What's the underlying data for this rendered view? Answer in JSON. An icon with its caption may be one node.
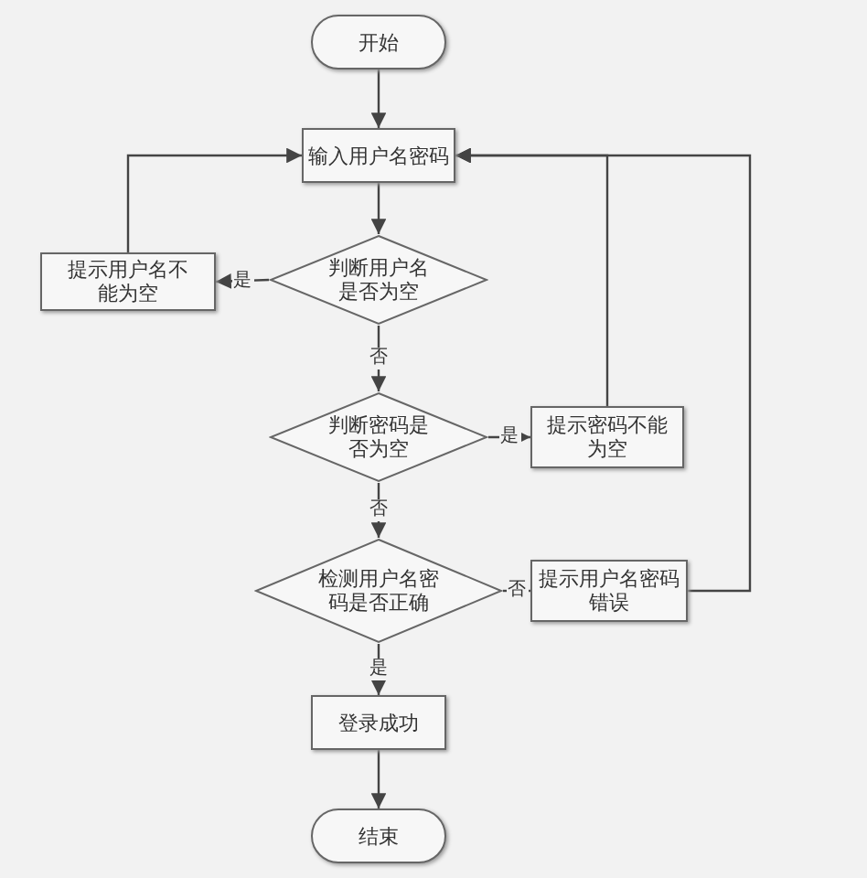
{
  "diagram": {
    "nodes": [
      {
        "text": [
          "开始"
        ]
      },
      {
        "text": [
          "输入用户名密码"
        ]
      },
      {
        "text": [
          "判断用户名是否为空"
        ]
      },
      {
        "text": [
          "提示用户名不能为空"
        ]
      },
      {
        "text": [
          "判断密码是否为空"
        ]
      },
      {
        "text": [
          "提示密码不能为空"
        ]
      },
      {
        "text": [
          "检测用户名密码是否正确"
        ]
      },
      {
        "text": [
          "提示用户名密码错误"
        ]
      },
      {
        "text": [
          "登录成功"
        ]
      },
      {
        "text": [
          "结束"
        ]
      }
    ],
    "edges": [
      {
        "from": 0,
        "to": 1,
        "arrow": "to"
      },
      {
        "from": 1,
        "to": 2,
        "arrow": "to"
      },
      {
        "from": 2,
        "to": 3,
        "arrow": "to",
        "label": "是"
      },
      {
        "from": 3,
        "to": 1,
        "arrow": "to"
      },
      {
        "from": 2,
        "to": 4,
        "arrow": "to",
        "label": "否"
      },
      {
        "from": 4,
        "to": 5,
        "arrow": "to",
        "label": "是"
      },
      {
        "from": 5,
        "to": 1,
        "arrow": "to"
      },
      {
        "from": 6,
        "to": 7,
        "arrow": "to",
        "label": "否"
      },
      {
        "from": 7,
        "to": 1,
        "arrow": "to"
      },
      {
        "from": 4,
        "to": 6,
        "arrow": "to",
        "label": "否"
      },
      {
        "from": 6,
        "to": 8,
        "arrow": "to",
        "label": "是"
      },
      {
        "from": 8,
        "to": 9,
        "arrow": "to"
      }
    ]
  }
}
